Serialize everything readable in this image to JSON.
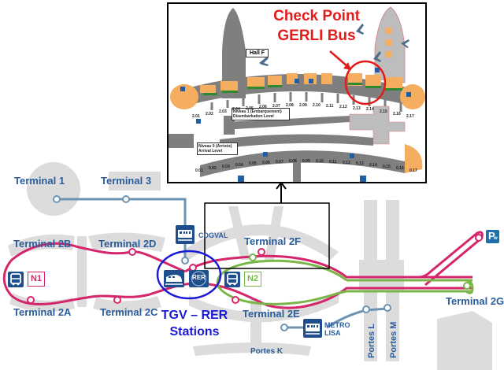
{
  "colors": {
    "line_n1": "#d6266b",
    "line_n2": "#7ab648",
    "cdgval_line": "#6d93b3",
    "terminal_grey": "#d9d9d9",
    "label_blue": "#2b5d9b",
    "icon_navy": "#1f4e8c",
    "annotation_red": "#e21b1b",
    "annotation_blue": "#1a1ad6",
    "inset_concourse": "#7f7f7f",
    "inset_shop": "#f5ad5f",
    "inset_green": "#2f8a2f"
  },
  "terminals": {
    "t1": "Terminal 1",
    "t3": "Terminal 3",
    "t2a": "Terminal 2A",
    "t2b": "Terminal 2B",
    "t2c": "Terminal 2C",
    "t2d": "Terminal 2D",
    "t2e": "Terminal 2E",
    "t2f": "Terminal 2F",
    "t2g": "Terminal 2G"
  },
  "stations": {
    "cdgval": "CDGVAL",
    "metro_lisa_line1": "METRO",
    "metro_lisa_line2": "LISA",
    "rer": "RER",
    "parking_pw": "P",
    "parking_sub": "w"
  },
  "shuttles": {
    "n1": "N1",
    "n2": "N2"
  },
  "portes": {
    "k": "Portes K",
    "l": "Portes L",
    "m": "Portes M"
  },
  "annotations": {
    "checkpoint_line1": "Check Point",
    "checkpoint_line2": "GERLI Bus",
    "tgv_rer_line1": "TGV – RER",
    "tgv_rer_line2": "Stations"
  },
  "inset": {
    "hall_label": "Hall F",
    "upper_gates": [
      "2.01",
      "2.02",
      "2.03",
      "2.04",
      "2.05",
      "2.06",
      "2.07",
      "2.08",
      "2.09",
      "2.10",
      "2.11",
      "2.12",
      "2.13",
      "2.14",
      "2.15",
      "2.16",
      "2.17"
    ],
    "lower_gates": [
      "0.01",
      "0.02",
      "0.03",
      "0.04",
      "0.05",
      "0.06",
      "0.07",
      "0.08",
      "0.09",
      "0.10",
      "0.11",
      "0.12",
      "0.13",
      "0.14",
      "0.15",
      "0.16",
      "0.17"
    ],
    "level1_label": "Niveau 1 (Embarquement) Disembarkation Level",
    "level0_label": "Niveau 0 (Arrivée) Arrival Level"
  }
}
